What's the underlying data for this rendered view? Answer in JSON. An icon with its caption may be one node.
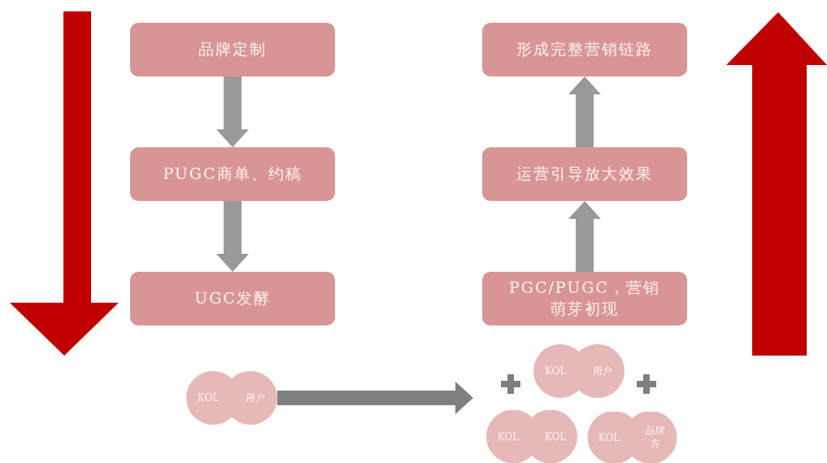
{
  "diagram": {
    "nodes": [
      {
        "text": [
          "品牌定制"
        ]
      },
      {
        "text": [
          "PUGC商单、约稿"
        ]
      },
      {
        "text": [
          "UGC发酵"
        ]
      },
      {
        "text": [
          "形成完整营销链路"
        ]
      },
      {
        "text": [
          "运营引导放大效果"
        ]
      },
      {
        "text": [
          "PGC/PUGC，营销萌芽初现"
        ]
      },
      {
        "text": [
          "KOL",
          "用户"
        ]
      },
      {
        "text": [
          "KOL",
          "用户"
        ]
      },
      {
        "text": [
          "KOL",
          "KOL"
        ]
      },
      {
        "text": [
          "KOL",
          "品牌方"
        ]
      }
    ],
    "edges": [
      {
        "from": 0,
        "to": 1,
        "arrow": "to"
      },
      {
        "from": 1,
        "to": 2,
        "arrow": "to"
      },
      {
        "from": 5,
        "to": 4,
        "arrow": "to"
      },
      {
        "from": 4,
        "to": 3,
        "arrow": "to"
      },
      {
        "from": 6,
        "to": 8,
        "arrow": "to"
      }
    ]
  }
}
